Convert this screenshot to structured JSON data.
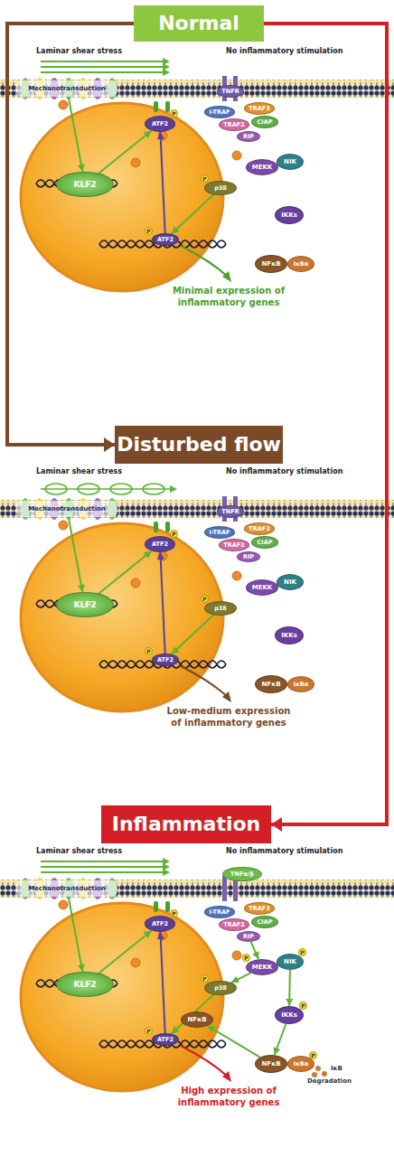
{
  "diagram": {
    "nodes": [
      {
        "text": [
          "Normal"
        ]
      },
      {
        "text": [
          "Mechanotransduction"
        ]
      },
      {
        "text": [
          "KLF2"
        ]
      },
      {
        "text": [
          "ATF2"
        ]
      },
      {
        "text": [
          "ATF2"
        ]
      },
      {
        "text": [
          "p38"
        ]
      },
      {
        "text": [
          "TNFR"
        ]
      },
      {
        "text": [
          "I-TRAF"
        ]
      },
      {
        "text": [
          "TRAF3"
        ]
      },
      {
        "text": [
          "TRAF2"
        ]
      },
      {
        "text": [
          "CIAP"
        ]
      },
      {
        "text": [
          "RIP"
        ]
      },
      {
        "text": [
          "MEKK"
        ]
      },
      {
        "text": [
          "NIK"
        ]
      },
      {
        "text": [
          "IKKs"
        ]
      },
      {
        "text": [
          "NFκB"
        ]
      },
      {
        "text": [
          "IκBα"
        ]
      },
      {
        "text": [
          "Disturbed flow"
        ]
      },
      {
        "text": [
          "Mechanotransduction"
        ]
      },
      {
        "text": [
          "KLF2"
        ]
      },
      {
        "text": [
          "ATF2"
        ]
      },
      {
        "text": [
          "ATF2"
        ]
      },
      {
        "text": [
          "p38"
        ]
      },
      {
        "text": [
          "TNFR"
        ]
      },
      {
        "text": [
          "I-TRAF"
        ]
      },
      {
        "text": [
          "TRAF3"
        ]
      },
      {
        "text": [
          "TRAF2"
        ]
      },
      {
        "text": [
          "CIAP"
        ]
      },
      {
        "text": [
          "RIP"
        ]
      },
      {
        "text": [
          "MEKK"
        ]
      },
      {
        "text": [
          "NIK"
        ]
      },
      {
        "text": [
          "IKKs"
        ]
      },
      {
        "text": [
          "NFκB"
        ]
      },
      {
        "text": [
          "IκBα"
        ]
      },
      {
        "text": [
          "Inflammation"
        ]
      },
      {
        "text": [
          "Mechanotransduction"
        ]
      },
      {
        "text": [
          "KLF2"
        ]
      },
      {
        "text": [
          "ATF2"
        ]
      },
      {
        "text": [
          "ATF2"
        ]
      },
      {
        "text": [
          "p38"
        ]
      },
      {
        "text": [
          "TNFα/β"
        ]
      },
      {
        "text": [
          "I-TRAF"
        ]
      },
      {
        "text": [
          "TRAF3"
        ]
      },
      {
        "text": [
          "TRAF2"
        ]
      },
      {
        "text": [
          "CIAP"
        ]
      },
      {
        "text": [
          "RIP"
        ]
      },
      {
        "text": [
          "MEKK"
        ]
      },
      {
        "text": [
          "NIK"
        ]
      },
      {
        "text": [
          "IKKs"
        ]
      },
      {
        "text": [
          "NFκB"
        ]
      },
      {
        "text": [
          "IκBα"
        ]
      },
      {
        "text": [
          "NFκB"
        ]
      }
    ],
    "edges": [
      {
        "from": 1,
        "to": 2,
        "arrow": "to"
      },
      {
        "from": 2,
        "to": 3,
        "arrow": "to"
      },
      {
        "from": 4,
        "to": 3,
        "arrow": "to"
      },
      {
        "from": 5,
        "to": 4,
        "arrow": "to"
      },
      {
        "from": 18,
        "to": 19,
        "arrow": "to"
      },
      {
        "from": 19,
        "to": 20,
        "arrow": "to"
      },
      {
        "from": 21,
        "to": 20,
        "arrow": "to"
      },
      {
        "from": 22,
        "to": 21,
        "arrow": "to"
      },
      {
        "from": 35,
        "to": 36,
        "arrow": "to"
      },
      {
        "from": 36,
        "to": 37,
        "arrow": "to"
      },
      {
        "from": 38,
        "to": 37,
        "arrow": "to"
      },
      {
        "from": 39,
        "to": 38,
        "arrow": "to"
      },
      {
        "from": 45,
        "to": 46,
        "arrow": "to"
      },
      {
        "from": 46,
        "to": 39,
        "arrow": "to"
      },
      {
        "from": 47,
        "to": 48,
        "arrow": "to"
      },
      {
        "from": 48,
        "to": 49,
        "arrow": "to"
      },
      {
        "from": 49,
        "to": 51,
        "arrow": "to"
      },
      {
        "from": 0,
        "to": 17,
        "arrow": "to"
      },
      {
        "from": 0,
        "to": 34,
        "arrow": "to"
      }
    ],
    "labels": [
      "Laminar shear stress",
      "No inflammatory stimulation",
      "Minimal expression of inflammatory genes",
      "P",
      "P",
      "P",
      "Laminar shear stress",
      "No inflammatory stimulation",
      "Low-medium expression of inflammatory genes",
      "P",
      "P",
      "P",
      "Laminar shear stress",
      "No inflammatory stimulation",
      "High expression of inflammatory genes",
      "P",
      "P",
      "P",
      "P",
      "P",
      "P",
      "P",
      "IκB",
      "Degradation"
    ]
  }
}
